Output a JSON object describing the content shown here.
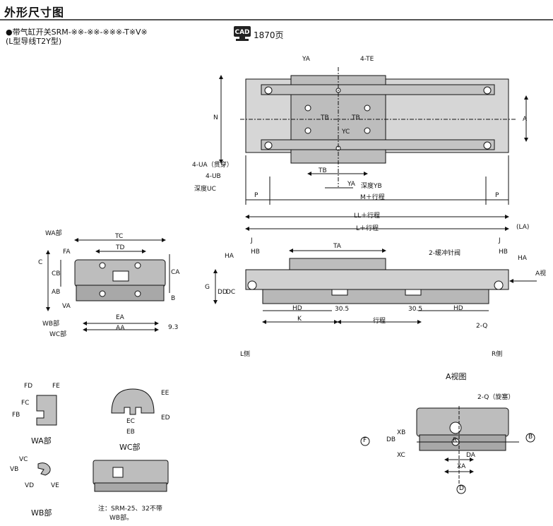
{
  "page_title": "外形尺寸图",
  "heading_line1": "●带气缸开关SRM-※※-※※-※※※-T※V※",
  "heading_line2": "(L型导线T2Y型)",
  "cad_badge": "CAD",
  "cad_page": "1870页",
  "top_view": {
    "YA": "YA",
    "TE": "4-TE",
    "N": "N",
    "A": "A",
    "TB": "TB",
    "YC": "YC",
    "UA": "4-UA（贯穿）",
    "UB": "4-UB",
    "UC": "深度UC",
    "TB_bottom": "TB",
    "YA_bottom": "YA",
    "YB": "深度YB",
    "P_left": "P",
    "M": "M＋行程",
    "P_right": "P"
  },
  "end_view": {
    "WA": "WA部",
    "TC": "TC",
    "TD": "TD",
    "FA": "FA",
    "C": "C",
    "CB": "CB",
    "AB": "AB",
    "VA": "VA",
    "CA": "CA",
    "BF": "B",
    "WB": "WB部",
    "WC": "WC部",
    "EA": "EA",
    "AA": "AA",
    "dim93": "9.3",
    "L_side": "L侧"
  },
  "front_view": {
    "LL": "LL＋行程",
    "L": "L＋行程",
    "LA": "(LA)",
    "J_left": "J",
    "HB_left": "HB",
    "TA": "TA",
    "valve": "2-缓冲针阀",
    "J_right": "J",
    "HB_right": "HB",
    "HA_left": "HA",
    "HA_right": "HA",
    "A_view": "A视",
    "G": "G",
    "DD": "DD",
    "DC": "DC",
    "HD_left": "HD",
    "d305a": "30.5",
    "d305b": "30.5",
    "HD_right": "HD",
    "K": "K",
    "stroke": "行程",
    "Q": "2-Q",
    "R_side": "R侧"
  },
  "details": {
    "FD": "FD",
    "FE": "FE",
    "FC": "FC",
    "FB": "FB",
    "WA_caption": "WA部",
    "EE": "EE",
    "ED": "ED",
    "EC": "EC",
    "EB": "EB",
    "WC_caption": "WC部",
    "VC": "VC",
    "VB": "VB",
    "VD": "VD",
    "VE": "VE",
    "WB_caption": "WB部",
    "note1": "注：SRM-25、32不带",
    "note2": "WB部。"
  },
  "a_view": {
    "title": "A视图",
    "Q": "2-Q（旋塞）",
    "F": "F",
    "B": "B",
    "D": "D",
    "R": "R",
    "DB": "DB",
    "XB": "XB",
    "XC": "XC",
    "DA": "DA",
    "XA": "XA"
  },
  "colors": {
    "body": "#c8c8c8",
    "body_dark": "#9a9a9a",
    "line": "#111111"
  }
}
